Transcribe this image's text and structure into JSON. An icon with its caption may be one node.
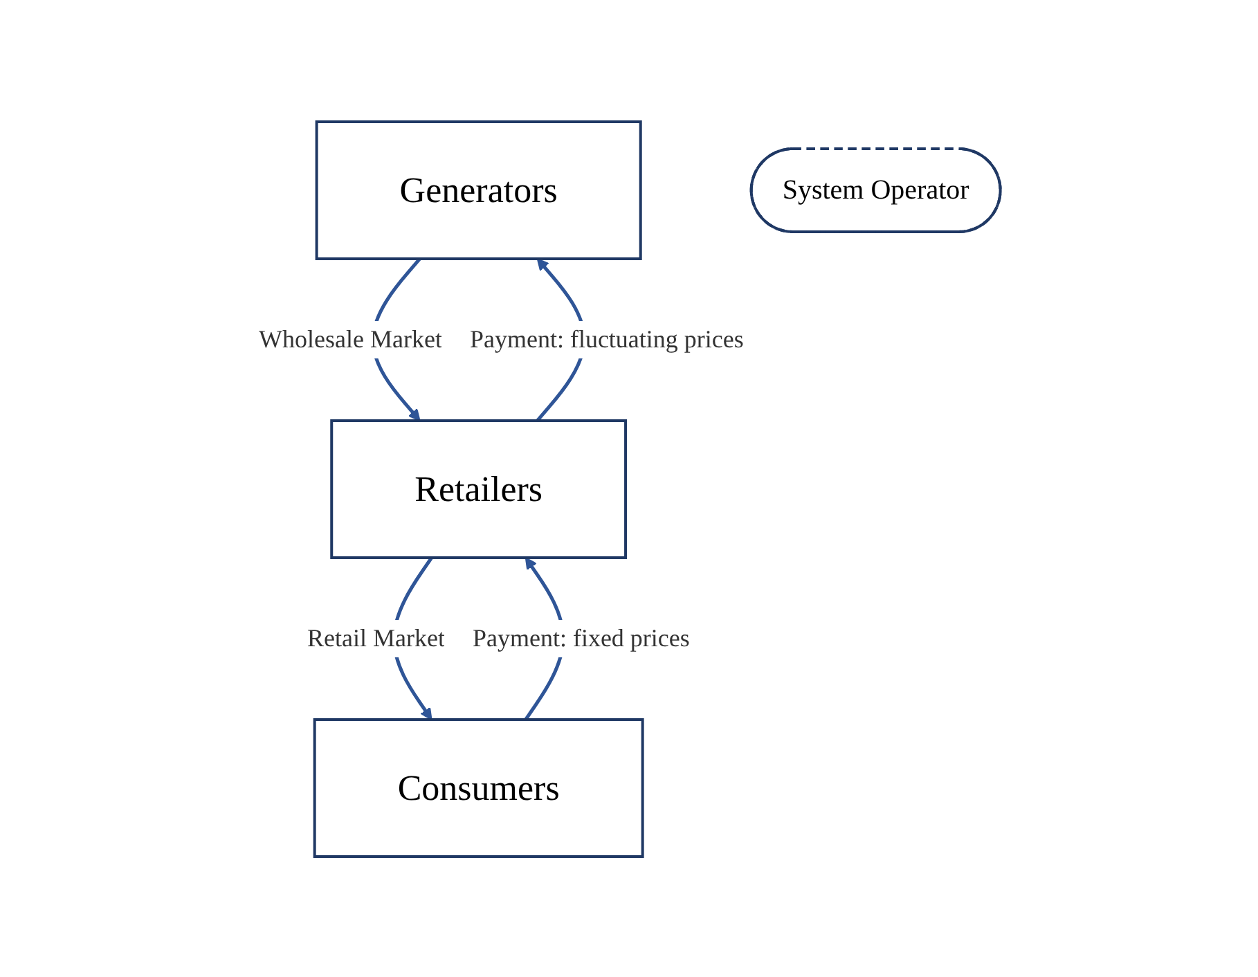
{
  "diagram": {
    "nodes": [
      {
        "text": [
          "Generators"
        ]
      },
      {
        "text": [
          "System Operator"
        ]
      },
      {
        "text": [
          "Retailers"
        ]
      },
      {
        "text": [
          "Consumers"
        ]
      }
    ],
    "edges": [
      {
        "from": 0,
        "to": 2,
        "arrow": "to",
        "label": "Wholesale Market"
      },
      {
        "from": 2,
        "to": 0,
        "arrow": "to",
        "label": "Payment: fluctuating prices"
      },
      {
        "from": 2,
        "to": 3,
        "arrow": "to",
        "label": "Retail Market"
      },
      {
        "from": 3,
        "to": 2,
        "arrow": "to",
        "label": "Payment: fixed prices"
      }
    ]
  }
}
